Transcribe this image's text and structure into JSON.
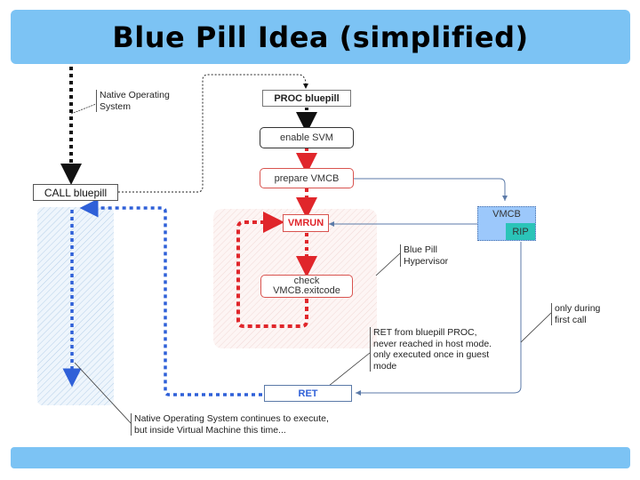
{
  "title": "Blue Pill Idea (simplified)",
  "colors": {
    "title_bar": "#7cc3f4",
    "native_flow": "#111111",
    "hypervisor_flow": "#e0262b",
    "guest_flow": "#2f60d8",
    "vmcb_fill": "#9cc8fb",
    "rip_fill": "#2bc4b8"
  },
  "nodes": {
    "call_bluepill": "CALL bluepill",
    "proc_bluepill": "PROC bluepill",
    "enable_svm": "enable SVM",
    "prepare_vmcb": "prepare VMCB",
    "vmrun": "VMRUN",
    "check_exitcode_line1": "check",
    "check_exitcode_line2": "VMCB.exitcode",
    "ret": "RET",
    "vmcb": "VMCB",
    "rip": "RIP"
  },
  "annotations": {
    "native_os": [
      "Native Operating",
      "System"
    ],
    "blue_pill_hypervisor": [
      "Blue Pill",
      "Hypervisor"
    ],
    "only_first_call": [
      "only during",
      "first call"
    ],
    "ret_note": [
      "RET from bluepill PROC,",
      "never reached in host mode.",
      "only executed once in guest",
      "mode"
    ],
    "guest_note": [
      "Native Operating System continues to execute,",
      "but inside Virtual Machine this time..."
    ]
  }
}
